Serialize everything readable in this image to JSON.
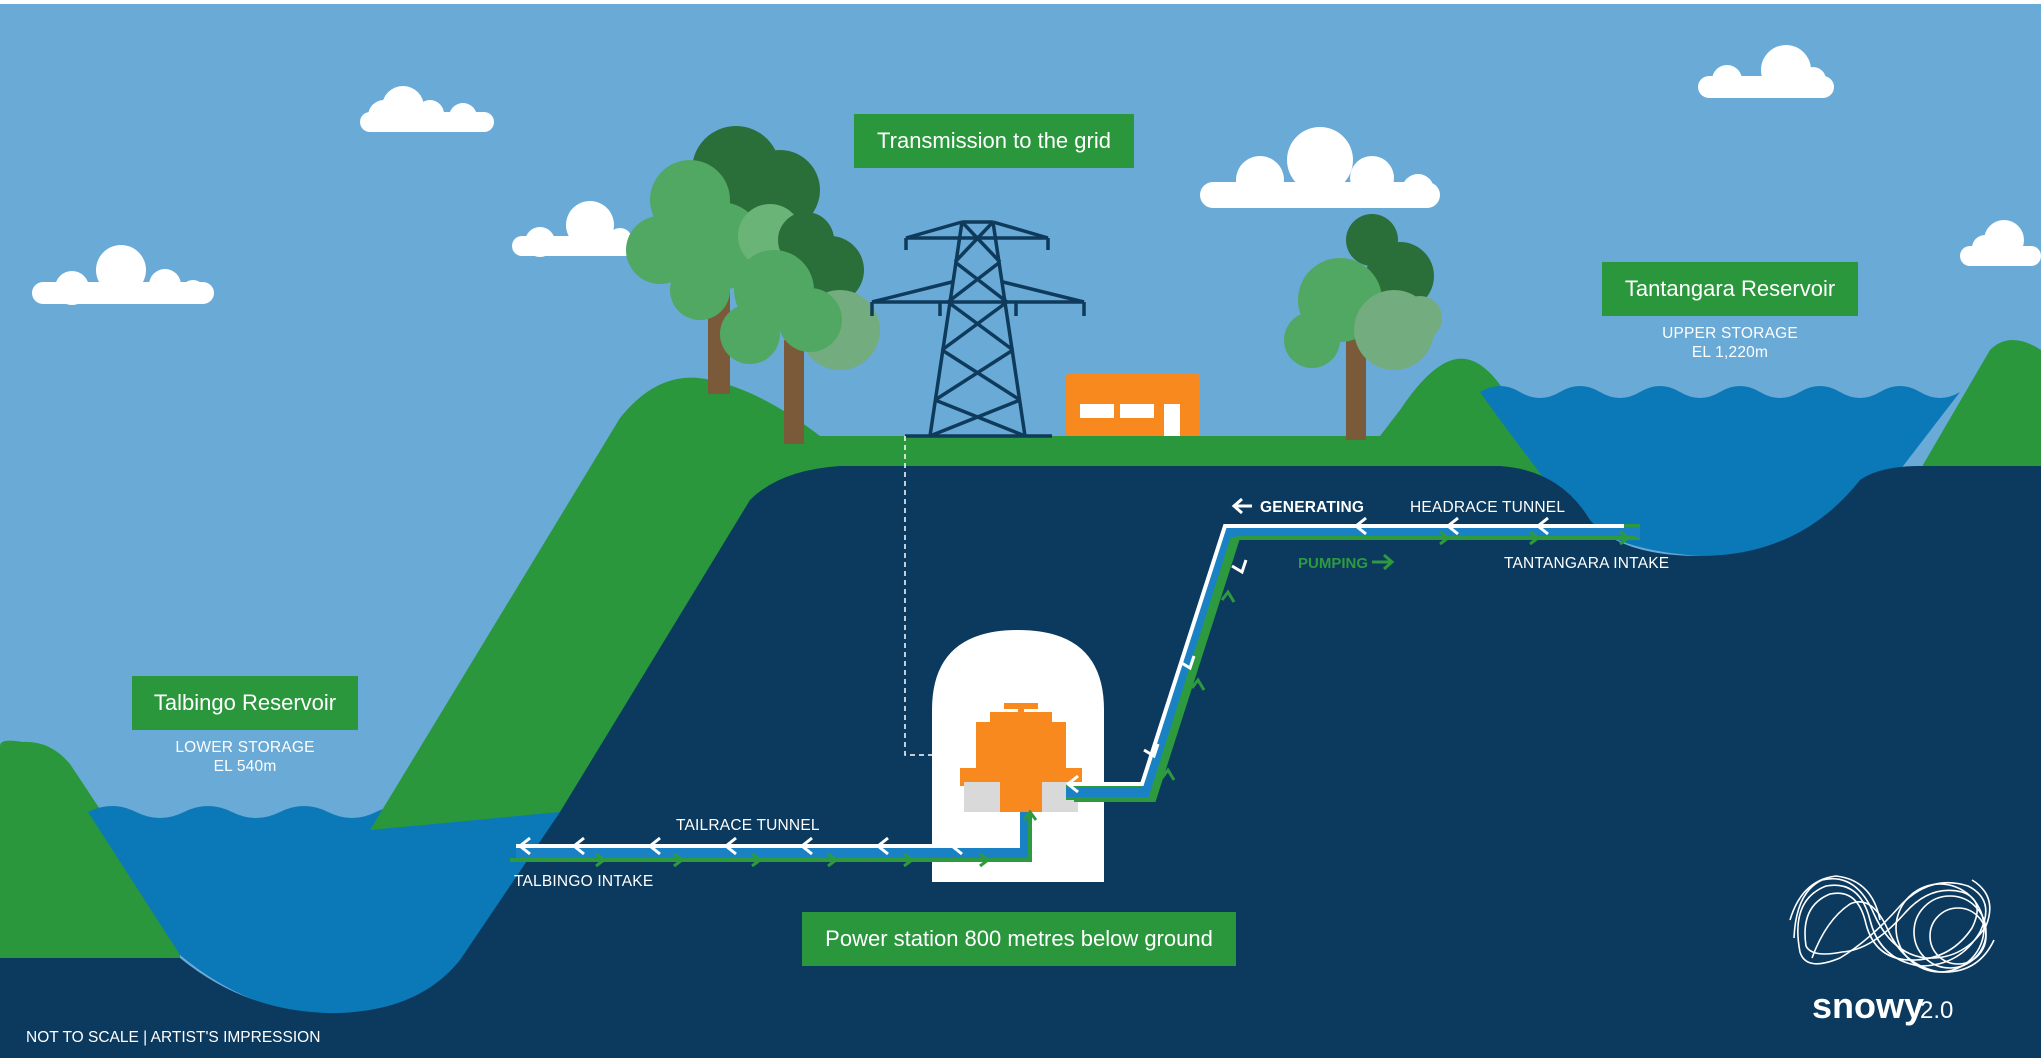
{
  "labels": {
    "transmission": "Transmission to the grid",
    "talbingo_title": "Talbingo Reservoir",
    "talbingo_storage": "LOWER STORAGE",
    "talbingo_elevation": "EL 540m",
    "tantangara_title": "Tantangara Reservoir",
    "tantangara_storage": "UPPER STORAGE",
    "tantangara_elevation": "EL 1,220m",
    "generating": "GENERATING",
    "headrace": "HEADRACE TUNNEL",
    "pumping": "PUMPING",
    "tantangara_intake": "TANTANGARA INTAKE",
    "tailrace": "TAILRACE TUNNEL",
    "talbingo_intake": "TALBINGO INTAKE",
    "power_station": "Power station 800 metres below ground",
    "footnote": "NOT TO SCALE | ARTIST'S IMPRESSION"
  },
  "logo": {
    "word": "snowy",
    "version": "2.0"
  },
  "colors": {
    "sky": "#6aaad6",
    "ground": "#0b3a5e",
    "grass": "#2a973d",
    "water": "#0b79b8",
    "label_box": "#2a973d",
    "tunnel_blue": "#1a82c4",
    "tunnel_green": "#2e9a3f",
    "orange": "#f7891f",
    "tower": "#0e3a5c"
  },
  "icons": [
    "cloud-icon",
    "tree-icon",
    "transmission-tower-icon",
    "building-icon",
    "turbine-icon",
    "arrow-icon",
    "snowy-logo-icon"
  ]
}
